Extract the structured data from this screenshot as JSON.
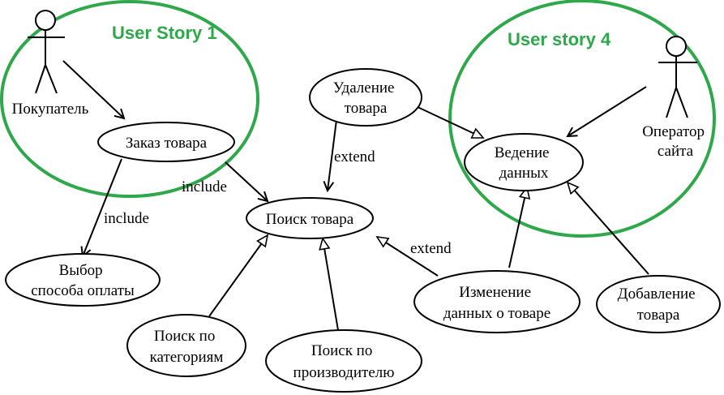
{
  "colors": {
    "story_circle": "#2ea84a",
    "story_text": "#2ea84a",
    "stroke": "#000000"
  },
  "stories": [
    {
      "id": "us1",
      "label": "User Story 1"
    },
    {
      "id": "us4",
      "label": "User story 4"
    }
  ],
  "actors": [
    {
      "id": "buyer",
      "label": "Покупатель"
    },
    {
      "id": "operator",
      "lines": [
        "Оператор",
        "сайта"
      ]
    }
  ],
  "use_cases": [
    {
      "id": "order",
      "lines": [
        "Заказ товара"
      ]
    },
    {
      "id": "search",
      "lines": [
        "Поиск товара"
      ]
    },
    {
      "id": "payment",
      "lines": [
        "Выбор",
        "способа оплаты"
      ]
    },
    {
      "id": "delete",
      "lines": [
        "Удаление",
        "товара"
      ]
    },
    {
      "id": "maintain",
      "lines": [
        "Ведение",
        "данных"
      ]
    },
    {
      "id": "by_category",
      "lines": [
        "Поиск по",
        "категориям"
      ]
    },
    {
      "id": "by_maker",
      "lines": [
        "Поиск по",
        "производителю"
      ]
    },
    {
      "id": "change",
      "lines": [
        "Изменение",
        "данных о товаре"
      ]
    },
    {
      "id": "add",
      "lines": [
        "Добавление",
        "товара"
      ]
    }
  ],
  "edges": [
    {
      "id": "buyer_order",
      "from": "buyer",
      "to": "order",
      "kind": "assoc"
    },
    {
      "id": "order_search",
      "from": "order",
      "to": "search",
      "kind": "dep",
      "label": "include"
    },
    {
      "id": "order_payment",
      "from": "order",
      "to": "payment",
      "kind": "dep",
      "label": "include"
    },
    {
      "id": "delete_search",
      "from": "delete",
      "to": "search",
      "kind": "dep",
      "label": "extend"
    },
    {
      "id": "change_search",
      "from": "change",
      "to": "search",
      "kind": "dep",
      "label": "extend"
    },
    {
      "id": "category_search",
      "from": "by_category",
      "to": "search",
      "kind": "gen"
    },
    {
      "id": "maker_search",
      "from": "by_maker",
      "to": "search",
      "kind": "gen"
    },
    {
      "id": "delete_maintain",
      "from": "delete",
      "to": "maintain",
      "kind": "gen"
    },
    {
      "id": "operator_maintain",
      "from": "operator",
      "to": "maintain",
      "kind": "assoc"
    },
    {
      "id": "change_maintain",
      "from": "change",
      "to": "maintain",
      "kind": "gen"
    },
    {
      "id": "add_maintain",
      "from": "add",
      "to": "maintain",
      "kind": "gen"
    }
  ]
}
